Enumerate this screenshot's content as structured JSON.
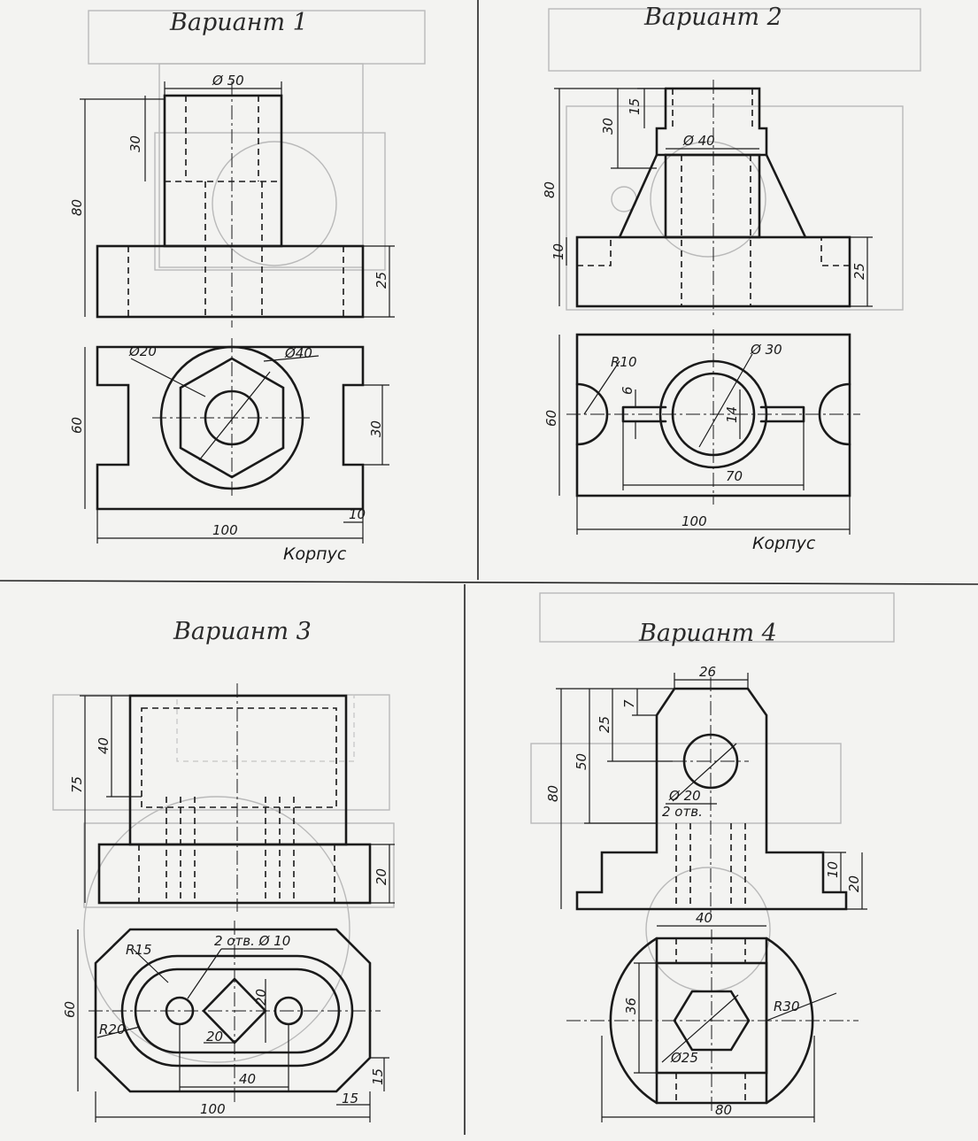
{
  "variants": [
    {
      "title": "Вариант 1",
      "caption": "Корпус",
      "dims": [
        "Ø 50",
        "30",
        "80",
        "25",
        "Ø20",
        "Ø40",
        "60",
        "30",
        "10",
        "100"
      ]
    },
    {
      "title": "Вариант 2",
      "caption": "Корпус",
      "dims": [
        "15",
        "30",
        "Ø 40",
        "80",
        "10",
        "25",
        "R10",
        "Ø 30",
        "6",
        "14",
        "60",
        "70",
        "100"
      ]
    },
    {
      "title": "Вариант 3",
      "dims": [
        "40",
        "75",
        "20",
        "R15",
        "2 отв. Ø 10",
        "20",
        "60",
        "R20",
        "20",
        "40",
        "15",
        "100",
        "15"
      ]
    },
    {
      "title": "Вариант 4",
      "dims": [
        "26",
        "7",
        "25",
        "50",
        "80",
        "Ø 20",
        "2 отв.",
        "10",
        "20",
        "40",
        "36",
        "R30",
        "Ø25",
        "80"
      ]
    }
  ]
}
